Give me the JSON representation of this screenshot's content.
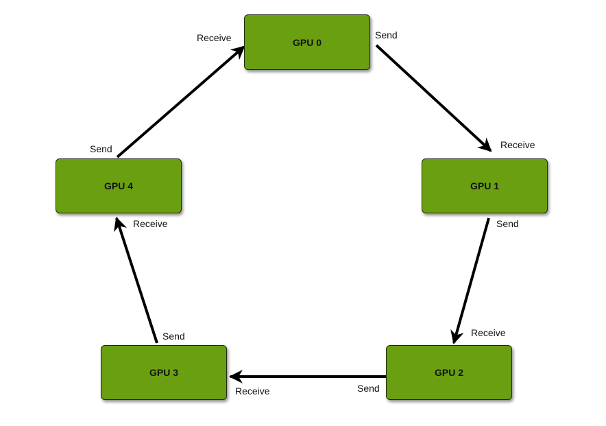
{
  "nodes": [
    {
      "id": "gpu0",
      "label": "GPU 0"
    },
    {
      "id": "gpu1",
      "label": "GPU 1"
    },
    {
      "id": "gpu2",
      "label": "GPU 2"
    },
    {
      "id": "gpu3",
      "label": "GPU 3"
    },
    {
      "id": "gpu4",
      "label": "GPU 4"
    }
  ],
  "edges": [
    {
      "from": "gpu0",
      "to": "gpu1",
      "send_label": "Send",
      "receive_label": "Receive"
    },
    {
      "from": "gpu1",
      "to": "gpu2",
      "send_label": "Send",
      "receive_label": "Receive"
    },
    {
      "from": "gpu2",
      "to": "gpu3",
      "send_label": "Send",
      "receive_label": "Receive"
    },
    {
      "from": "gpu3",
      "to": "gpu4",
      "send_label": "Send",
      "receive_label": "Receive"
    },
    {
      "from": "gpu4",
      "to": "gpu0",
      "send_label": "Send",
      "receive_label": "Receive"
    }
  ],
  "colors": {
    "node_fill": "#6b9f12",
    "node_border": "#1f2a10",
    "arrow": "#000000",
    "text": "#111111"
  }
}
